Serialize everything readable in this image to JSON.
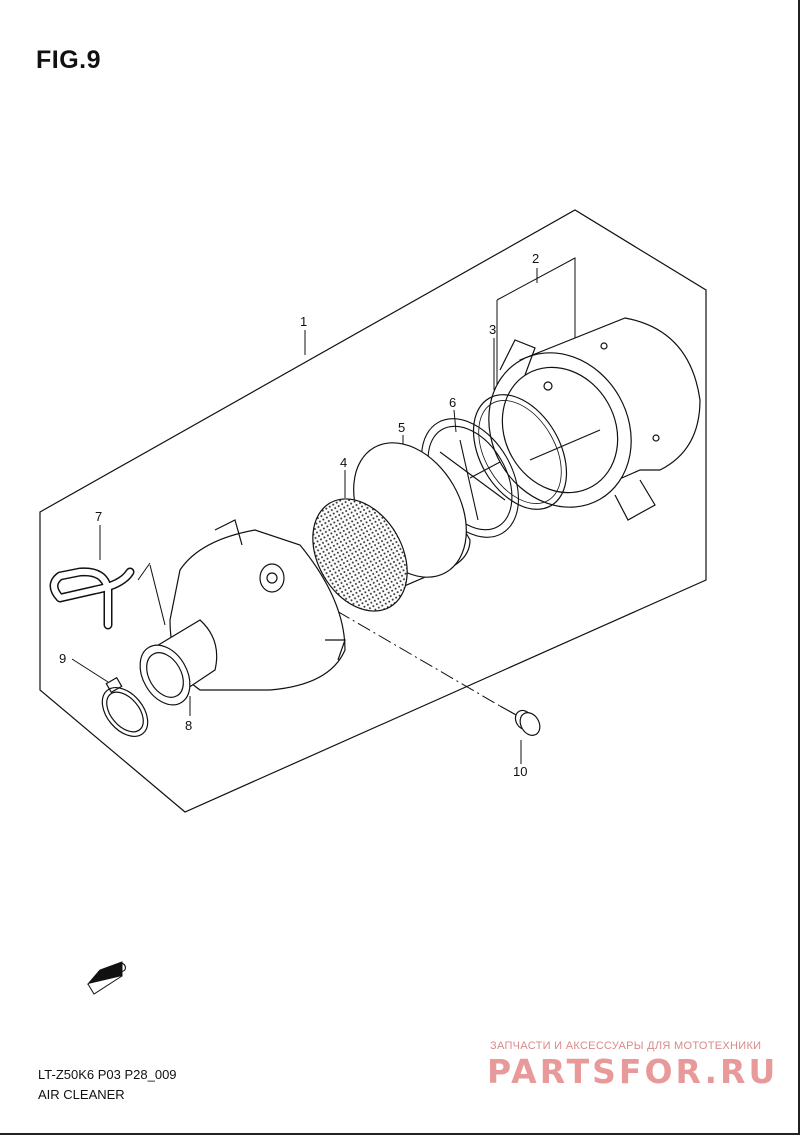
{
  "figure": {
    "title": "FIG.9"
  },
  "callouts": [
    "1",
    "2",
    "3",
    "4",
    "5",
    "6",
    "7",
    "8",
    "9",
    "10"
  ],
  "fwd_label": "FWD",
  "footer": {
    "code": "LT-Z50K6 P03 P28_009",
    "name": "AIR CLEANER"
  },
  "watermark": {
    "tagline": "ЗАПЧАСТИ И АКСЕССУАРЫ ДЛЯ МОТОТЕХНИКИ",
    "logo": "PARTSFOR.RU"
  },
  "colors": {
    "line": "#111111",
    "watermark": "#e89a9a"
  }
}
